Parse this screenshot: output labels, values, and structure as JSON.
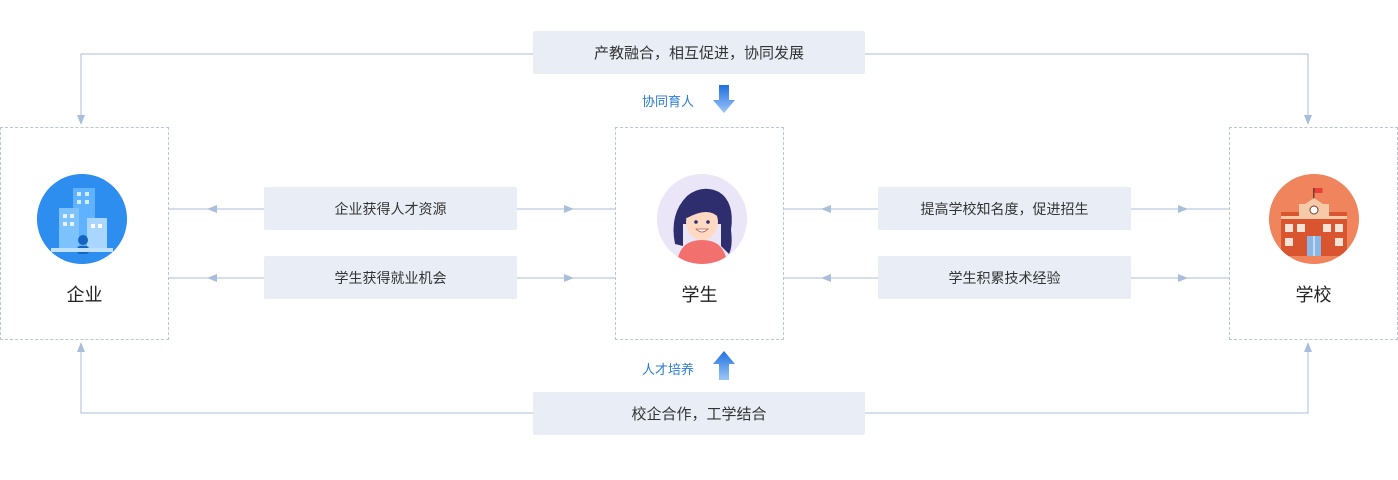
{
  "top_banner": "产教融合，相互促进，协同发展",
  "bottom_banner": "校企合作，工学结合",
  "top_caption": "协同育人",
  "bottom_caption": "人才培养",
  "enterprise": {
    "label": "企业"
  },
  "student": {
    "label": "学生"
  },
  "school": {
    "label": "学校"
  },
  "left_flows": [
    "企业获得人才资源",
    "学生获得就业机会"
  ],
  "right_flows": [
    "提高学校知名度，促进招生",
    "学生积累技术经验"
  ],
  "colors": {
    "line": "#a9bedb",
    "pill_bg": "#e9eef6",
    "accent_blue": "#2a7bd8",
    "student_bg": "#ebe6f7",
    "enterprise_bg": "#2d8ef0",
    "school_bg": "#f0855d"
  }
}
